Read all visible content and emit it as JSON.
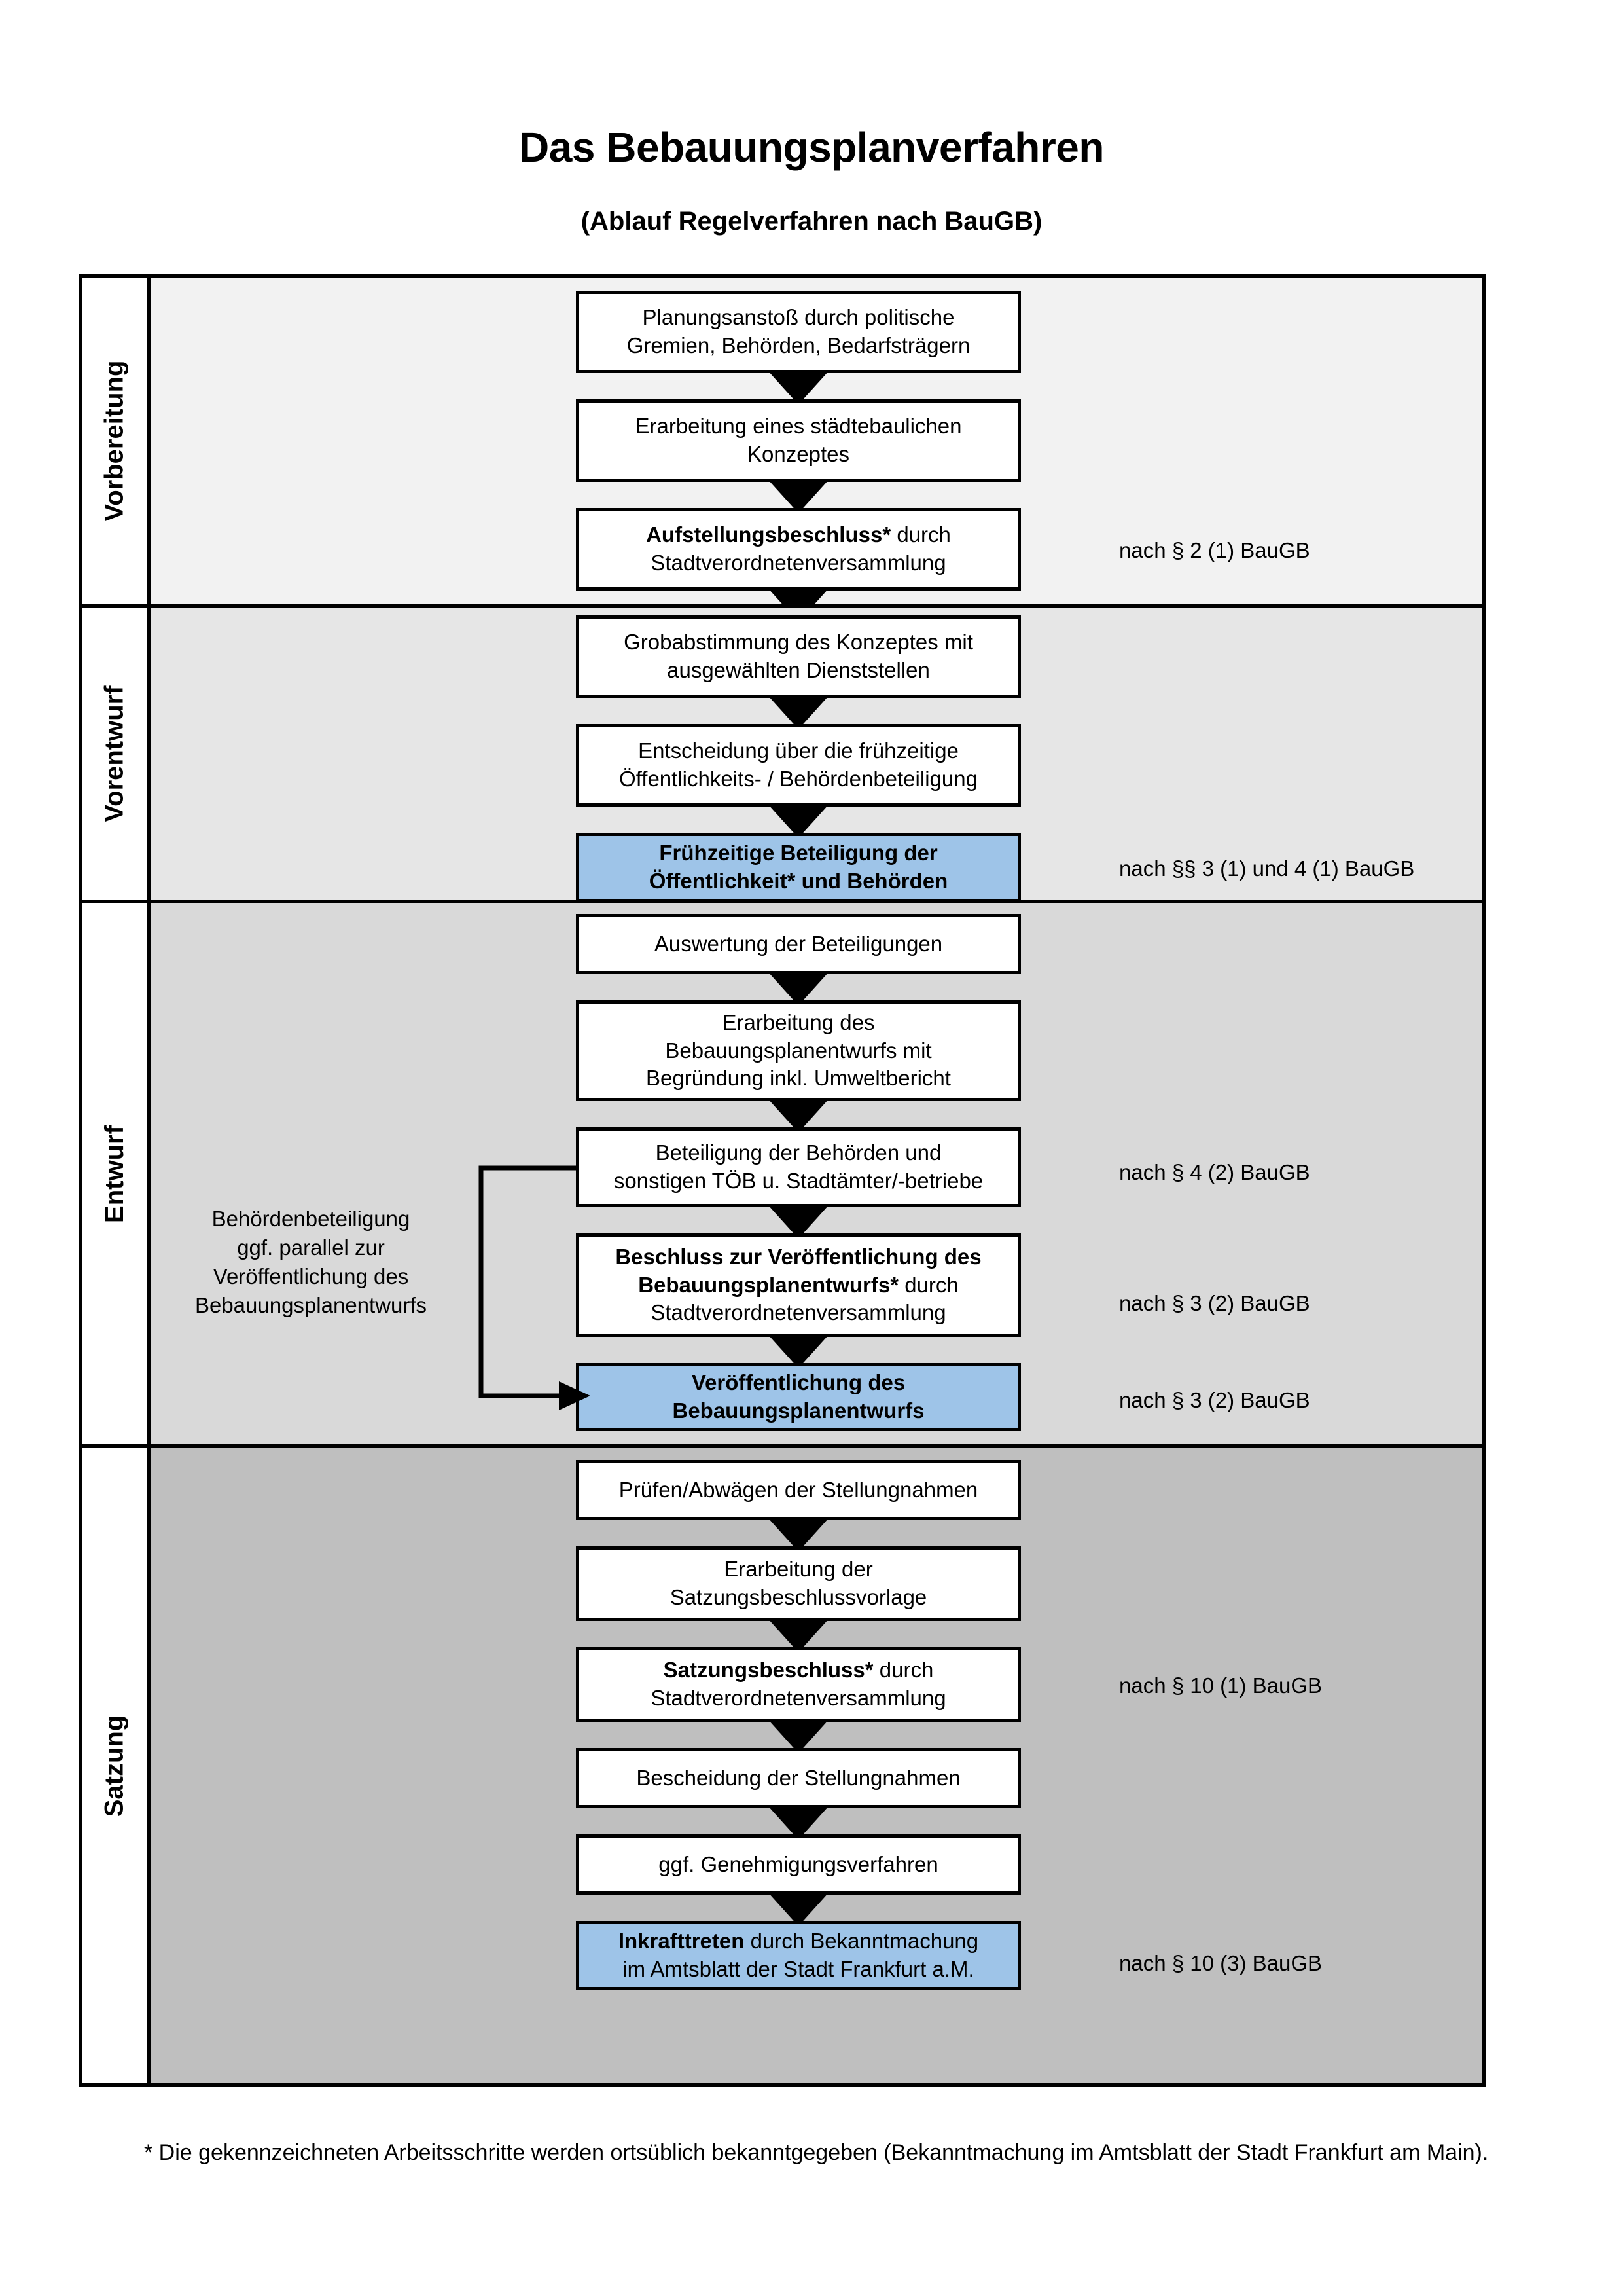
{
  "header": {
    "title": "Das Bebauungsplanverfahren",
    "subtitle": "(Ablauf Regelverfahren nach BauGB)"
  },
  "phases": [
    {
      "label": "Vorbereitung"
    },
    {
      "label": "Vorentwurf"
    },
    {
      "label": "Entwurf"
    },
    {
      "label": "Satzung"
    }
  ],
  "nodes": [
    {
      "id": "planungsanstoss",
      "lines": [
        {
          "text": "Planungsanstoß durch politische",
          "bold": false
        },
        {
          "text": "Gremien, Behörden, Bedarfsträgern",
          "bold": false
        }
      ],
      "highlight": false
    },
    {
      "id": "staedtebauliches-konzept",
      "lines": [
        {
          "text": "Erarbeitung eines städtebaulichen",
          "bold": false
        },
        {
          "text": "Konzeptes",
          "bold": false
        }
      ],
      "highlight": false
    },
    {
      "id": "aufstellungsbeschluss",
      "lines": [
        {
          "text": "Aufstellungsbeschluss*",
          "bold": true
        },
        {
          "text": " durch",
          "bold": false
        },
        {
          "text": "\n",
          "bold": false
        },
        {
          "text": "Stadtverordnetenversammlung",
          "bold": false
        }
      ],
      "highlight": false
    },
    {
      "id": "grobabstimmung",
      "lines": [
        {
          "text": "Grobabstimmung des Konzeptes mit",
          "bold": false
        },
        {
          "text": "ausgewählten Dienststellen",
          "bold": false
        }
      ],
      "highlight": false
    },
    {
      "id": "entscheidung-fruehzeitige",
      "lines": [
        {
          "text": "Entscheidung über die frühzeitige",
          "bold": false
        },
        {
          "text": "Öffentlichkeits- / Behördenbeteiligung",
          "bold": false
        }
      ],
      "highlight": false
    },
    {
      "id": "fruehzeitige-beteiligung",
      "lines": [
        {
          "text": "Frühzeitige Beteiligung der",
          "bold": true
        },
        {
          "text": "Öffentlichkeit* und Behörden",
          "bold": true
        }
      ],
      "highlight": true
    },
    {
      "id": "auswertung-beteiligungen",
      "lines": [
        {
          "text": "Auswertung der Beteiligungen",
          "bold": false
        }
      ],
      "highlight": false
    },
    {
      "id": "erarbeitung-bebauungsplanentwurf",
      "lines": [
        {
          "text": "Erarbeitung des",
          "bold": false
        },
        {
          "text": "Bebauungsplanentwurfs mit",
          "bold": false
        },
        {
          "text": "Begründung inkl. Umweltbericht",
          "bold": false
        }
      ],
      "highlight": false
    },
    {
      "id": "beteiligung-behoerden",
      "lines": [
        {
          "text": "Beteiligung der Behörden und",
          "bold": false
        },
        {
          "text": "sonstigen TÖB u. Stadtämter/-betriebe",
          "bold": false
        }
      ],
      "highlight": false
    },
    {
      "id": "beschluss-veroeffentlichung",
      "lines": [
        {
          "text": "Beschluss zur Veröffentlichung des",
          "bold": true
        },
        {
          "text": "Bebauungsplanentwurfs*",
          "bold": true
        },
        {
          "text": " durch",
          "bold": false
        },
        {
          "text": "\n",
          "bold": false
        },
        {
          "text": "Stadtverordnetenversammlung",
          "bold": false
        }
      ],
      "highlight": false
    },
    {
      "id": "veroeffentlichung-entwurf",
      "lines": [
        {
          "text": "Veröffentlichung des",
          "bold": true
        },
        {
          "text": "Bebauungsplanentwurfs",
          "bold": true
        }
      ],
      "highlight": true
    },
    {
      "id": "pruefen-abwaegen",
      "lines": [
        {
          "text": "Prüfen/Abwägen der Stellungnahmen",
          "bold": false
        }
      ],
      "highlight": false
    },
    {
      "id": "erarbeitung-satzungsvorlage",
      "lines": [
        {
          "text": "Erarbeitung der",
          "bold": false
        },
        {
          "text": "Satzungsbeschlussvorlage",
          "bold": false
        }
      ],
      "highlight": false
    },
    {
      "id": "satzungsbeschluss",
      "lines": [
        {
          "text": "Satzungsbeschluss*",
          "bold": true
        },
        {
          "text": " durch",
          "bold": false
        },
        {
          "text": "\n",
          "bold": false
        },
        {
          "text": "Stadtverordnetenversammlung",
          "bold": false
        }
      ],
      "highlight": false
    },
    {
      "id": "bescheidung-stellungnahmen",
      "lines": [
        {
          "text": "Bescheidung der Stellungnahmen",
          "bold": false
        }
      ],
      "highlight": false
    },
    {
      "id": "genehmigungsverfahren",
      "lines": [
        {
          "text": "ggf. Genehmigungsverfahren",
          "bold": false
        }
      ],
      "highlight": false
    },
    {
      "id": "inkrafttreten",
      "lines": [
        {
          "text": "Inkrafttreten",
          "bold": true
        },
        {
          "text": " durch Bekanntmachung",
          "bold": false
        },
        {
          "text": "\n",
          "bold": false
        },
        {
          "text": "im Amtsblatt der Stadt Frankfurt a.M.",
          "bold": false
        }
      ],
      "highlight": true
    }
  ],
  "node_text": {
    "planungsanstoss_l1": "Planungsanstoß durch politische",
    "planungsanstoss_l2": "Gremien, Behörden, Bedarfsträgern",
    "konzept_l1": "Erarbeitung eines städtebaulichen",
    "konzept_l2": "Konzeptes",
    "aufstellung_b": "Aufstellungsbeschluss*",
    "aufstellung_r": " durch",
    "aufstellung_l2": "Stadtverordnetenversammlung",
    "grobabstimmung_l1": "Grobabstimmung des Konzeptes mit",
    "grobabstimmung_l2": "ausgewählten Dienststellen",
    "entscheidung_l1": "Entscheidung über die frühzeitige",
    "entscheidung_l2": "Öffentlichkeits- / Behördenbeteiligung",
    "fruehbeteiligung_l1": "Frühzeitige Beteiligung der",
    "fruehbeteiligung_l2": "Öffentlichkeit* und Behörden",
    "auswertung_l1": "Auswertung der Beteiligungen",
    "erarbeitung_l1": "Erarbeitung des",
    "erarbeitung_l2": "Bebauungsplanentwurfs mit",
    "erarbeitung_l3": "Begründung inkl. Umweltbericht",
    "behoerden_l1": "Beteiligung der Behörden und",
    "behoerden_l2": "sonstigen TÖB u. Stadtämter/-betriebe",
    "beschluss_b1": "Beschluss zur Veröffentlichung des",
    "beschluss_b2": "Bebauungsplanentwurfs*",
    "beschluss_r": " durch",
    "beschluss_l3": "Stadtverordnetenversammlung",
    "veroeff_l1": "Veröffentlichung des",
    "veroeff_l2": "Bebauungsplanentwurfs",
    "pruefen_l1": "Prüfen/Abwägen der Stellungnahmen",
    "satzvorlage_l1": "Erarbeitung der",
    "satzvorlage_l2": "Satzungsbeschlussvorlage",
    "satzung_b": "Satzungsbeschluss*",
    "satzung_r": " durch",
    "satzung_l2": "Stadtverordnetenversammlung",
    "bescheidung_l1": "Bescheidung der Stellungnahmen",
    "genehmigung_l1": "ggf. Genehmigungsverfahren",
    "inkraft_b": "Inkrafttreten",
    "inkraft_r": " durch Bekanntmachung",
    "inkraft_l2": "im Amtsblatt der Stadt Frankfurt a.M."
  },
  "legal_refs": [
    {
      "id": "ref-par2-1",
      "text": "nach § 2 (1) BauGB"
    },
    {
      "id": "ref-par3-4-1",
      "text": "nach §§ 3 (1) und 4 (1) BauGB"
    },
    {
      "id": "ref-par4-2",
      "text": "nach § 4 (2) BauGB"
    },
    {
      "id": "ref-par3-2a",
      "text": "nach § 3 (2) BauGB"
    },
    {
      "id": "ref-par3-2b",
      "text": "nach § 3 (2) BauGB"
    },
    {
      "id": "ref-par10-1",
      "text": "nach § 10 (1) BauGB"
    },
    {
      "id": "ref-par10-3",
      "text": "nach § 10 (3) BauGB"
    }
  ],
  "sidenote": {
    "l1": "Behördenbeteiligung",
    "l2": "ggf. parallel zur",
    "l3": "Veröffentlichung des",
    "l4": "Bebauungsplanentwurfs"
  },
  "footnote": {
    "text": "* Die gekennzeichneten Arbeitsschritte werden ortsüblich bekanntgegeben (Bekanntmachung im Amtsblatt  der Stadt Frankfurt am Main)."
  },
  "colors": {
    "highlight_blue": "#9ec4e8",
    "phase_1_bg": "#f2f2f2",
    "phase_2_bg": "#e6e6e6",
    "phase_3_bg": "#d9d9d9",
    "phase_4_bg": "#bfbfbf",
    "border": "#000000"
  }
}
